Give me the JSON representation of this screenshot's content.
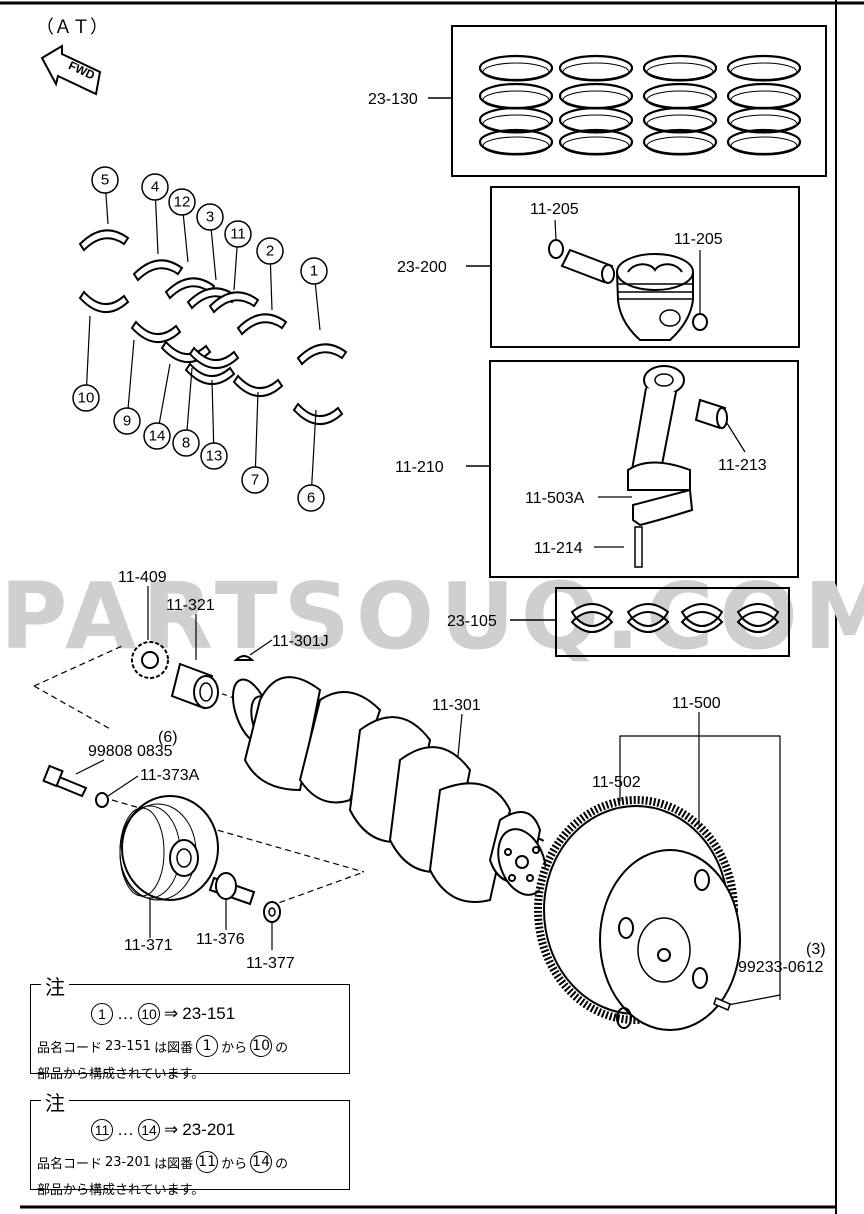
{
  "header": {
    "variant": "（ＡＴ）",
    "direction": "FWD"
  },
  "watermark": "PARTSOUQ.COM",
  "sets": [
    {
      "code": "23-130"
    },
    {
      "code": "23-200"
    },
    {
      "code": "11-210"
    },
    {
      "code": "23-105"
    }
  ],
  "parts": {
    "p11_205a": "11-205",
    "p11_205b": "11-205",
    "p11_213": "11-213",
    "p11_503a": "11-503A",
    "p11_214": "11-214",
    "p11_409": "11-409",
    "p11_321": "11-321",
    "p11_301j": "11-301J",
    "p11_301": "11-301",
    "p11_500": "11-500",
    "p11_502": "11-502",
    "p99808": "99808 0835",
    "p99808_qty": "(6)",
    "p11_373a": "11-373A",
    "p11_371": "11-371",
    "p11_376": "11-376",
    "p11_377": "11-377",
    "p99233": "99233-0612",
    "p99233_qty": "(3)"
  },
  "bearing_numbers": [
    "1",
    "2",
    "3",
    "4",
    "5",
    "6",
    "7",
    "8",
    "9",
    "10",
    "11",
    "12",
    "13",
    "14"
  ],
  "notes": [
    {
      "title": "注",
      "from": "1",
      "to": "10",
      "ellipsis": "…",
      "arrow": "⇒",
      "target": "23-151",
      "l2a": "品名コード",
      "l2code": "23-151",
      "l2b": "は図番",
      "l2c": "から",
      "l2d": "の",
      "l3": "部品から構成されています。"
    },
    {
      "title": "注",
      "from": "11",
      "to": "14",
      "ellipsis": "…",
      "arrow": "⇒",
      "target": "23-201",
      "l2a": "品名コード",
      "l2code": "23-201",
      "l2b": "は図番",
      "l2c": "から",
      "l2d": "の",
      "l3": "部品から構成されています。"
    }
  ]
}
